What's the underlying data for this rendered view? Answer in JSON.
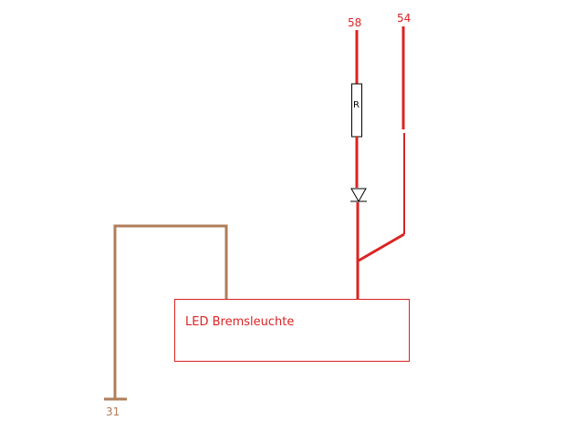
{
  "colors": {
    "positive_wire": "#dd2222",
    "ground_wire": "#b07d5a",
    "component_outline": "#000000",
    "box_outline": "#dd2222"
  },
  "labels": {
    "terminal_58": "58",
    "terminal_54": "54",
    "terminal_31": "31",
    "resistor": "R",
    "box": "LED Bremsleuchte"
  }
}
